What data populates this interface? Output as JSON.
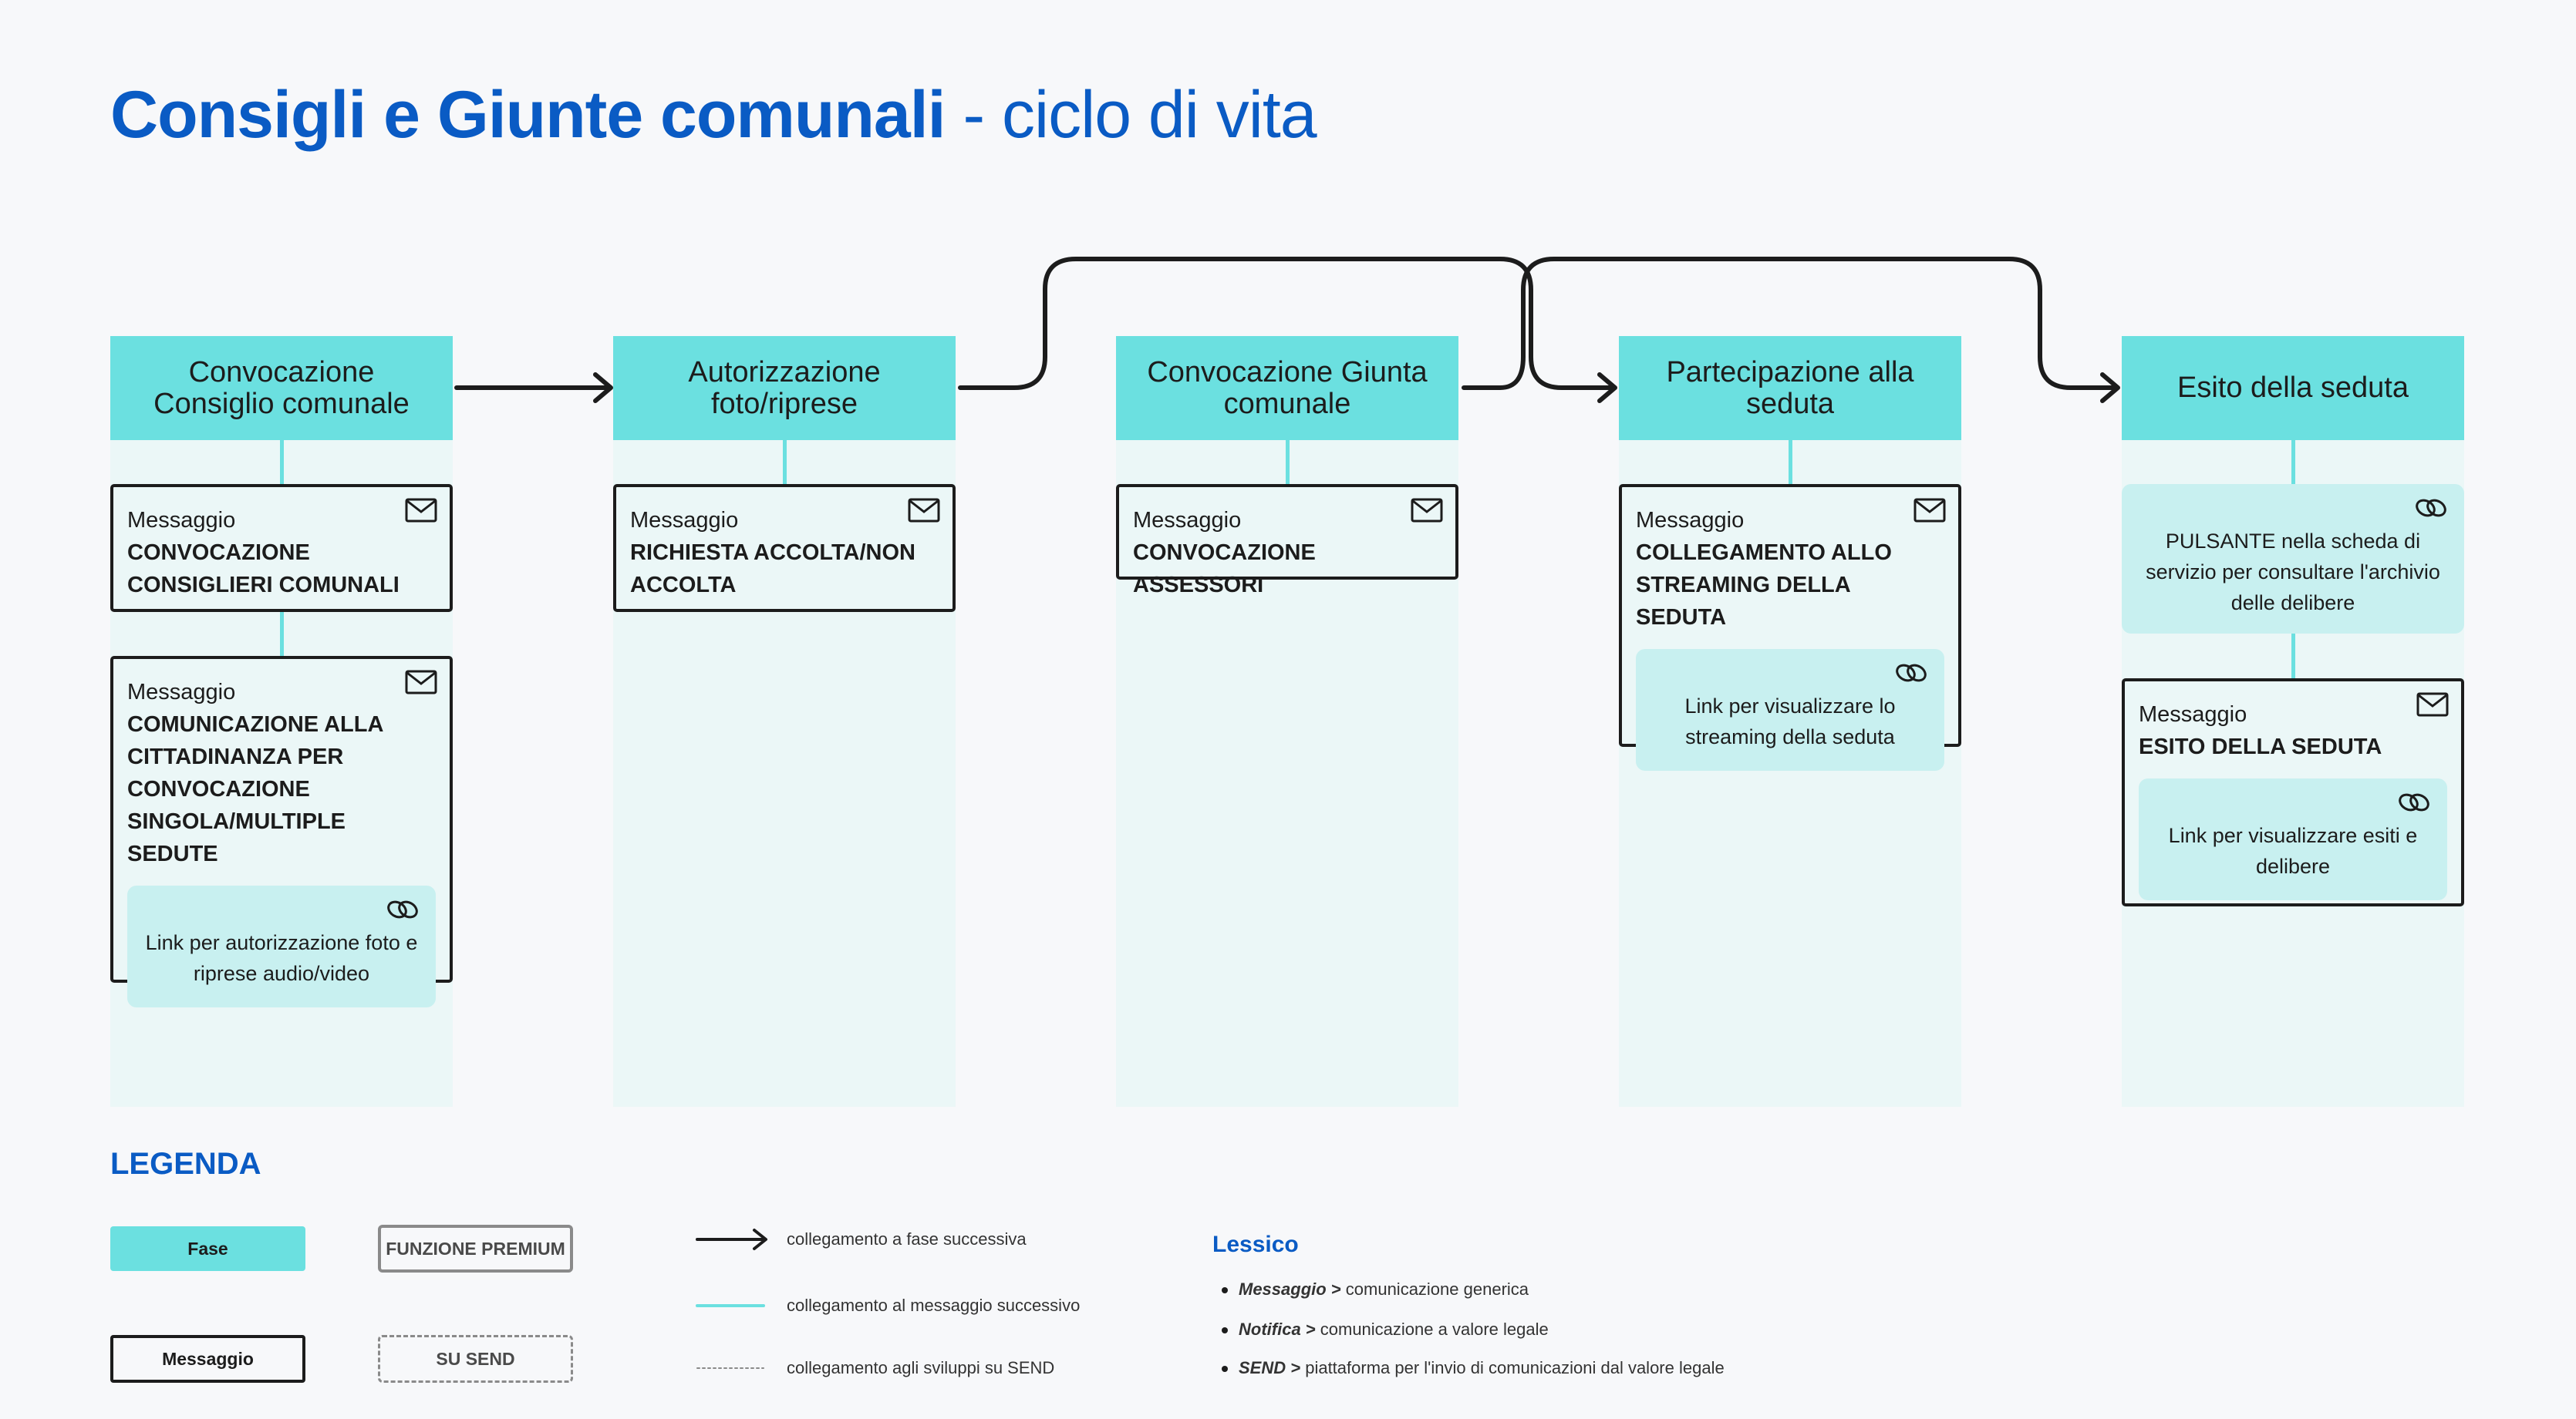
{
  "title": {
    "bold": "Consigli e Giunte comunali",
    "normal": "- ciclo di vita"
  },
  "phases": [
    {
      "label": "Convocazione Consiglio comunale"
    },
    {
      "label": "Autorizzazione foto/riprese"
    },
    {
      "label": "Convocazione Giunta comunale"
    },
    {
      "label": "Partecipazione alla seduta"
    },
    {
      "label": "Esito della seduta"
    }
  ],
  "messages": {
    "c1m1": {
      "label": "Messaggio",
      "text": "CONVOCAZIONE CONSIGLIERI COMUNALI"
    },
    "c1m2": {
      "label": "Messaggio",
      "text": "COMUNICAZIONE ALLA CITTADINANZA PER CONVOCAZIONE SINGOLA/MULTIPLE SEDUTE",
      "link": "Link per autorizzazione foto e riprese audio/video"
    },
    "c2m1": {
      "label": "Messaggio",
      "text": "RICHIESTA ACCOLTA/NON ACCOLTA"
    },
    "c3m1": {
      "label": "Messaggio",
      "text": "CONVOCAZIONE ASSESSORI"
    },
    "c4m1": {
      "label": "Messaggio",
      "text": "COLLEGAMENTO ALLO STREAMING DELLA SEDUTA",
      "link": "Link per visualizzare lo streaming della seduta"
    },
    "c5box": {
      "text": "PULSANTE nella scheda di servizio per consultare l'archivio delle delibere"
    },
    "c5m1": {
      "label": "Messaggio",
      "text": "ESITO DELLA SEDUTA",
      "link": "Link per visualizzare esiti e delibere"
    }
  },
  "legend": {
    "title": "LEGENDA",
    "fase": "Fase",
    "messaggio": "Messaggio",
    "premium": "FUNZIONE PREMIUM",
    "send": "SU SEND",
    "arrow_text": "collegamento a fase successiva",
    "line_text": "collegamento al messaggio successivo",
    "dotted_text": "collegamento agli sviluppi su SEND"
  },
  "lessico": {
    "title": "Lessico",
    "items": [
      {
        "term": "Messaggio >",
        "def": " comunicazione generica"
      },
      {
        "term": "Notifica >",
        "def": " comunicazione a valore legale"
      },
      {
        "term": "SEND >",
        "def": " piattaforma per  l'invio di comunicazioni dal valore legale"
      }
    ]
  },
  "colors": {
    "title": "#0a5bc4",
    "phase": "#6be0e0",
    "column": "#ebf7f7",
    "link": "#c8f0f0"
  },
  "icons": {
    "message": "envelope-icon",
    "link": "link-icon",
    "arrow": "arrow-right-icon"
  }
}
